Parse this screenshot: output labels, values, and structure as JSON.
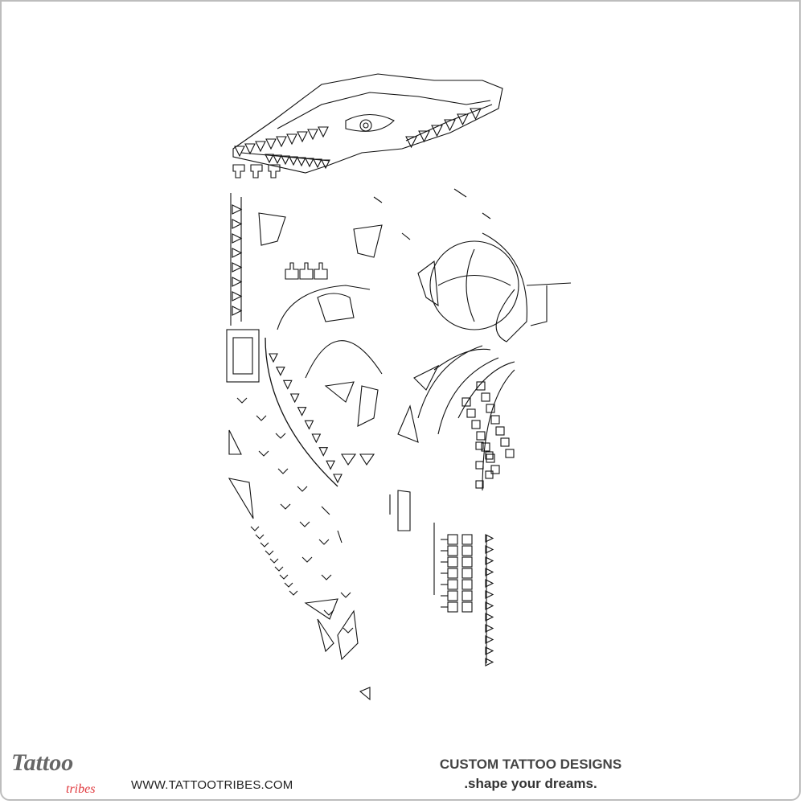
{
  "logo": {
    "brand": "Tattoo",
    "sub": "tribes"
  },
  "footer": {
    "website": "WWW.TATTOOTRIBES.COM",
    "headline": "CUSTOM TATTOO DESIGNS",
    "slogan": ".shape your dreams."
  },
  "colors": {
    "line": "#111111",
    "text": "#444444",
    "accent": "#e0393e"
  }
}
